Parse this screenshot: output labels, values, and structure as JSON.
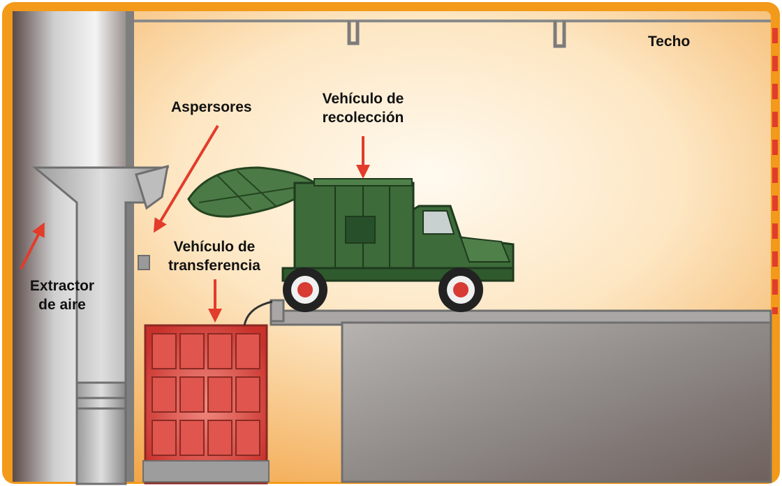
{
  "labels": {
    "roof": "Techo",
    "sprinklers": "Aspersores",
    "collection_vehicle_line1": "Vehículo de",
    "collection_vehicle_line2": "recolección",
    "transfer_vehicle_line1": "Vehículo de",
    "transfer_vehicle_line2": "transferencia",
    "air_extractor_line1": "Extractor",
    "air_extractor_line2": "de aire"
  },
  "colors": {
    "frame": "#f39a1a",
    "wall_fill": "#fbd39a",
    "truck": "#3d6b3a",
    "transfer_container": "#d8413c",
    "arrow": "#e23c2b",
    "concrete": "#8e8a88",
    "extractor": "#bcbcbc"
  }
}
